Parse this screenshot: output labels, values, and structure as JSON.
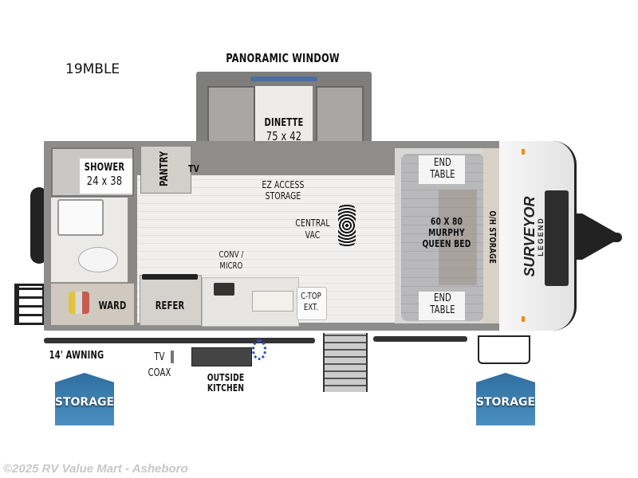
{
  "model": "19MBLE",
  "labels": {
    "panoramic_window": "PANORAMIC WINDOW",
    "dinette": "DINETTE",
    "dinette_size": "75 x 42",
    "ez_access": "EZ ACCESS",
    "storage_under": "STORAGE",
    "shower": "SHOWER",
    "shower_size": "24 x 38",
    "pantry": "PANTRY",
    "tv": "TV",
    "central": "CENTRAL",
    "vac": "VAC",
    "conv": "CONV /",
    "micro": "MICRO",
    "ward": "WARD",
    "refer": "REFER",
    "ctop": "C-TOP",
    "ext": "EXT.",
    "end_table_top_1": "END",
    "end_table_top_2": "TABLE",
    "end_table_bottom_1": "END",
    "end_table_bottom_2": "TABLE",
    "bed_size": "60 X 80",
    "bed_murphy": "MURPHY",
    "bed_queen": "QUEEN BED",
    "oh_storage": "O/H STORAGE",
    "awning": "14' AWNING",
    "tv_coax_1": "TV",
    "tv_coax_2": "COAX",
    "outside_kitchen": "OUTSIDE KITCHEN"
  },
  "badges": {
    "left": "STORAGE",
    "right": "STORAGE"
  },
  "brand": {
    "name": "SURVEYOR",
    "sub": "LEGEND"
  },
  "watermark": "©2025 RV Value Mart - Asheboro",
  "colors": {
    "storage_badge": "#3a7db0",
    "wall": "#8e8d8b"
  }
}
